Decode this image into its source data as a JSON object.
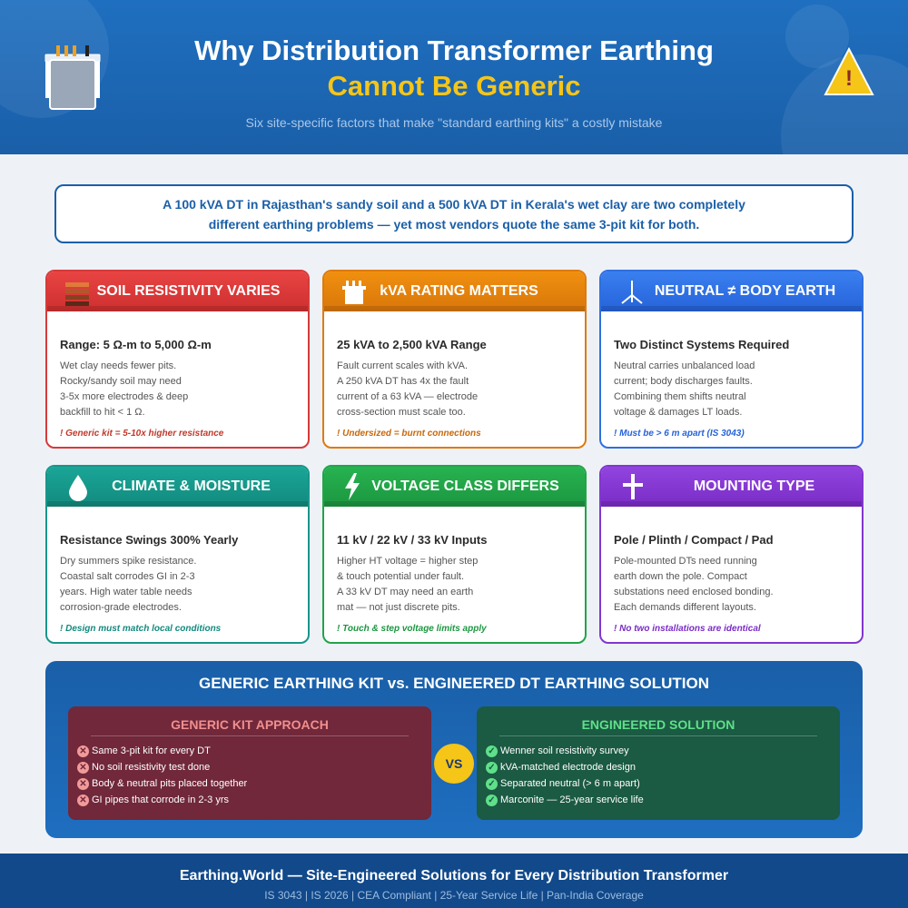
{
  "header": {
    "title_line1": "Why Distribution Transformer Earthing",
    "title_line2": "Cannot Be Generic",
    "subtitle": "Six site-specific factors that make \"standard earthing kits\" a costly mistake"
  },
  "intro": {
    "line1": "A 100 kVA DT in Rajasthan's sandy soil and a 500 kVA DT in Kerala's wet clay are two completely",
    "line2": "different earthing problems — yet most vendors quote the same 3-pit kit for both."
  },
  "cards": [
    {
      "title": "SOIL RESISTIVITY VARIES",
      "icon": "soil-layers-icon",
      "subtitle": "Range: 5 Ω-m to 5,000 Ω-m",
      "body": [
        "Wet clay needs fewer pits.",
        "Rocky/sandy soil may need",
        "3-5x more electrodes & deep",
        "backfill to hit < 1 Ω."
      ],
      "note": "! Generic kit = 5-10x higher resistance",
      "color": "#e84444"
    },
    {
      "title": "kVA RATING MATTERS",
      "icon": "transformer-icon",
      "subtitle": "25 kVA to 2,500 kVA Range",
      "body": [
        "Fault current scales with kVA.",
        "A 250 kVA DT has 4x the fault",
        "current of a 63 kVA — electrode",
        "cross-section must scale too."
      ],
      "note": "! Undersized = burnt connections",
      "color": "#f0900f"
    },
    {
      "title": "NEUTRAL ≠ BODY EARTH",
      "icon": "earth-symbol-icon",
      "subtitle": "Two Distinct Systems Required",
      "body": [
        "Neutral carries unbalanced load",
        "current; body discharges faults.",
        "Combining them shifts neutral",
        "voltage & damages LT loads."
      ],
      "note": "! Must be > 6 m apart (IS 3043)",
      "color": "#3a7ff0"
    },
    {
      "title": "CLIMATE & MOISTURE",
      "icon": "water-drop-icon",
      "subtitle": "Resistance Swings 300% Yearly",
      "body": [
        "Dry summers spike resistance.",
        "Coastal salt corrodes GI in 2-3",
        "years. High water table needs",
        "corrosion-grade electrodes."
      ],
      "note": "! Design must match local conditions",
      "color": "#1aa697"
    },
    {
      "title": "VOLTAGE CLASS DIFFERS",
      "icon": "lightning-icon",
      "subtitle": "11 kV / 22 kV / 33 kV Inputs",
      "body": [
        "Higher HT voltage = higher step",
        "& touch potential under fault.",
        "A 33 kV DT may need an earth",
        "mat — not just discrete pits."
      ],
      "note": "! Touch & step voltage limits apply",
      "color": "#27b350"
    },
    {
      "title": "MOUNTING TYPE",
      "icon": "pole-icon",
      "subtitle": "Pole / Plinth / Compact / Pad",
      "body": [
        "Pole-mounted DTs need running",
        "earth down the pole. Compact",
        "substations need enclosed bonding.",
        "Each demands different layouts."
      ],
      "note": "! No two installations are identical",
      "color": "#9244df"
    }
  ],
  "compare": {
    "title": "GENERIC EARTHING KIT vs. ENGINEERED DT EARTHING SOLUTION",
    "generic": {
      "title": "GENERIC KIT APPROACH",
      "items": [
        "Same 3-pit kit for every DT",
        "No soil resistivity test done",
        "Body & neutral pits placed together",
        "GI pipes that corrode in 2-3 yrs"
      ]
    },
    "engineered": {
      "title": "ENGINEERED SOLUTION",
      "items": [
        "Wenner soil resistivity survey",
        "kVA-matched electrode design",
        "Separated neutral (> 6 m apart)",
        "Marconite — 25-year service life"
      ]
    },
    "vs_label": "VS"
  },
  "footer": {
    "title": "Earthing.World — Site-Engineered Solutions for Every Distribution Transformer",
    "sub": "IS 3043 | IS 2026 | CEA Compliant | 25-Year Service Life | Pan-India Coverage"
  }
}
